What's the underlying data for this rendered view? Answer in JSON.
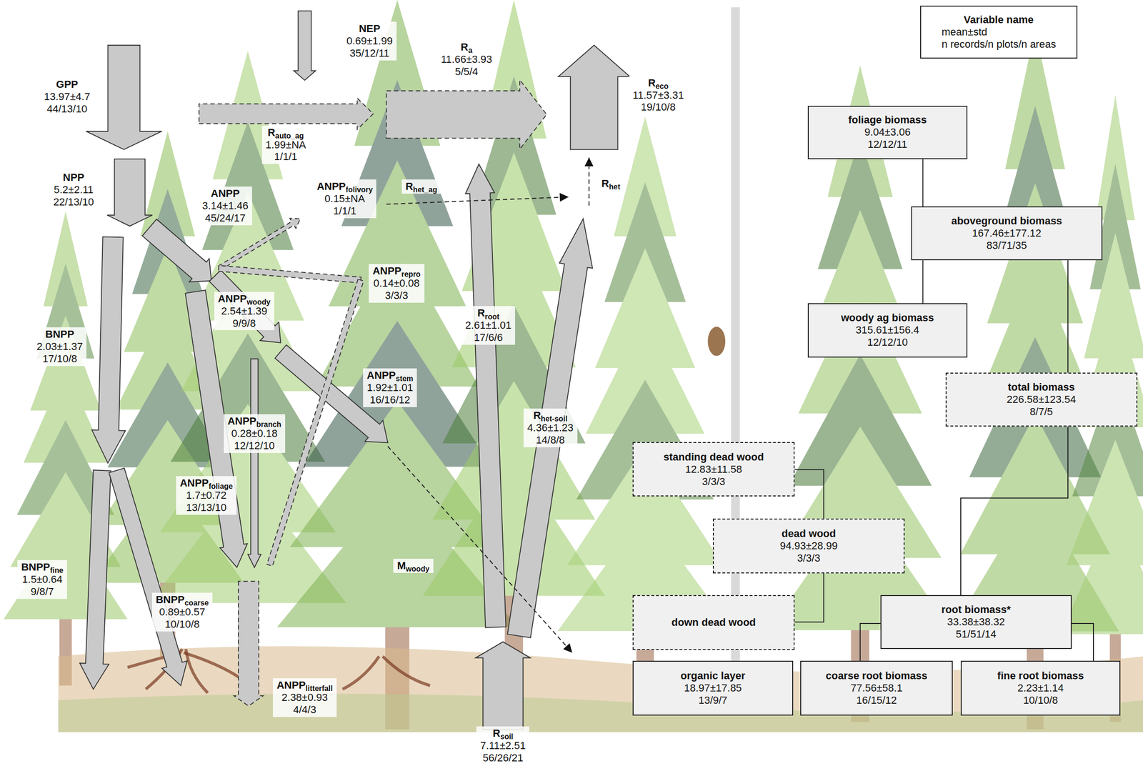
{
  "diagram": {
    "nodes": [
      {
        "text": [
          "GPP",
          "13.97±4.7",
          "44/13/10"
        ]
      },
      {
        "text": [
          "NEP",
          "0.69±1.99",
          "35/12/11"
        ]
      },
      {
        "text": [
          "Ra",
          "11.66±3.93",
          "5/5/4"
        ]
      },
      {
        "text": [
          "Reco",
          "11.57±3.31",
          "19/10/8"
        ]
      },
      {
        "text": [
          "Rauto_ag",
          "1.99±NA",
          "1/1/1"
        ]
      },
      {
        "text": [
          "NPP",
          "5.2±2.11",
          "22/13/10"
        ]
      },
      {
        "text": [
          "ANPP",
          "3.14±1.46",
          "45/24/17"
        ]
      },
      {
        "text": [
          "ANPPfolivory",
          "0.15±NA",
          "1/1/1"
        ]
      },
      {
        "text": [
          "Rhet_ag"
        ]
      },
      {
        "text": [
          "Rhet"
        ]
      },
      {
        "text": [
          "ANPPrepro",
          "0.14±0.08",
          "3/3/3"
        ]
      },
      {
        "text": [
          "ANPPwoody",
          "2.54±1.39",
          "9/9/8"
        ]
      },
      {
        "text": [
          "BNPP",
          "2.03±1.37",
          "17/10/8"
        ]
      },
      {
        "text": [
          "Rroot",
          "2.61±1.01",
          "17/6/6"
        ]
      },
      {
        "text": [
          "ANPPstem",
          "1.92±1.01",
          "16/16/12"
        ]
      },
      {
        "text": [
          "Rhet-soil",
          "4.36±1.23",
          "14/8/8"
        ]
      },
      {
        "text": [
          "ANPPbranch",
          "0.28±0.18",
          "12/12/10"
        ]
      },
      {
        "text": [
          "ANPPfoliage",
          "1.7±0.72",
          "13/13/10"
        ]
      },
      {
        "text": [
          "BNPPfine",
          "1.5±0.64",
          "9/8/7"
        ]
      },
      {
        "text": [
          "BNPPcoarse",
          "0.89±0.57",
          "10/10/8"
        ]
      },
      {
        "text": [
          "Mwoody"
        ]
      },
      {
        "text": [
          "ANPPlitterfall",
          "2.38±0.93",
          "4/4/3"
        ]
      },
      {
        "text": [
          "Rsoil",
          "7.11±2.51",
          "56/26/21"
        ]
      },
      {
        "text": [
          "Variable name",
          "mean±std",
          "n records/n plots/n areas"
        ]
      },
      {
        "text": [
          "foliage biomass",
          "9.04±3.06",
          "12/12/11"
        ]
      },
      {
        "text": [
          "aboveground biomass",
          "167.46±177.12",
          "83/71/35"
        ]
      },
      {
        "text": [
          "woody ag biomass",
          "315.61±156.4",
          "12/12/10"
        ]
      },
      {
        "text": [
          "total biomass",
          "226.58±123.54",
          "8/7/5"
        ]
      },
      {
        "text": [
          "standing dead wood",
          "12.83±11.58",
          "3/3/3"
        ]
      },
      {
        "text": [
          "dead wood",
          "94.93±28.99",
          "3/3/3"
        ]
      },
      {
        "text": [
          "down dead wood"
        ]
      },
      {
        "text": [
          "root biomass*",
          "33.38±38.32",
          "51/51/14"
        ]
      },
      {
        "text": [
          "organic layer",
          "18.97±17.85",
          "13/9/7"
        ]
      },
      {
        "text": [
          "coarse root biomass",
          "77.56±58.1",
          "16/15/12"
        ]
      },
      {
        "text": [
          "fine root biomass",
          "2.23±1.14",
          "10/10/8"
        ]
      }
    ],
    "edges": [
      {
        "from": 24,
        "to": 25,
        "arrow": "none"
      },
      {
        "from": 25,
        "to": 26,
        "arrow": "none"
      },
      {
        "from": 25,
        "to": 27,
        "arrow": "none"
      },
      {
        "from": 27,
        "to": 31,
        "arrow": "none"
      },
      {
        "from": 31,
        "to": 33,
        "arrow": "none"
      },
      {
        "from": 31,
        "to": 34,
        "arrow": "none"
      },
      {
        "from": 28,
        "to": 29,
        "arrow": "none"
      },
      {
        "from": 29,
        "to": 30,
        "arrow": "none"
      }
    ]
  }
}
